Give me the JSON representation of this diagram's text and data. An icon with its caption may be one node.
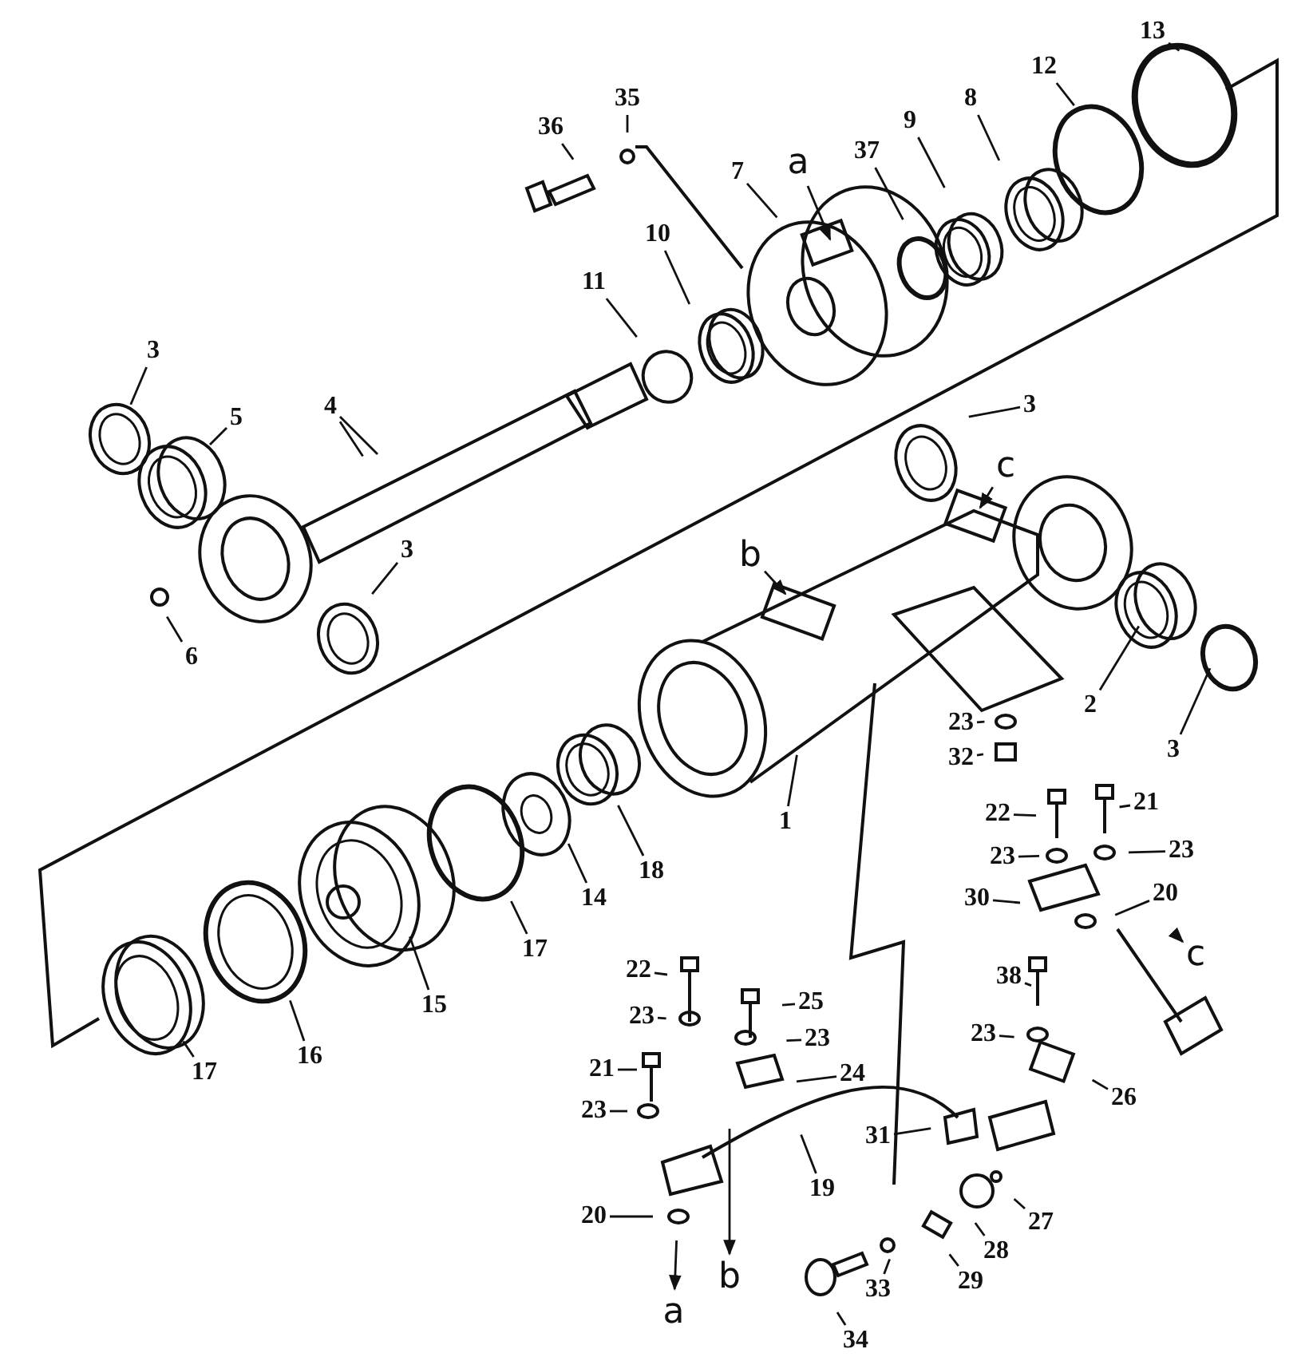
{
  "diagram": {
    "nodes": [
      {
        "text": [
          "13"
        ]
      },
      {
        "text": [
          "12"
        ]
      },
      {
        "text": [
          "8"
        ]
      },
      {
        "text": [
          "36"
        ]
      },
      {
        "text": [
          "35"
        ]
      },
      {
        "text": [
          "9"
        ]
      },
      {
        "text": [
          "a"
        ]
      },
      {
        "text": [
          "7"
        ]
      },
      {
        "text": [
          "37"
        ]
      },
      {
        "text": [
          "10"
        ]
      },
      {
        "text": [
          "11"
        ]
      },
      {
        "text": [
          "3"
        ]
      },
      {
        "text": [
          "4"
        ]
      },
      {
        "text": [
          "5"
        ]
      },
      {
        "text": [
          "3"
        ]
      },
      {
        "text": [
          "c"
        ]
      },
      {
        "text": [
          "b"
        ]
      },
      {
        "text": [
          "3"
        ]
      },
      {
        "text": [
          "6"
        ]
      },
      {
        "text": [
          "2"
        ]
      },
      {
        "text": [
          "23"
        ]
      },
      {
        "text": [
          "3"
        ]
      },
      {
        "text": [
          "32"
        ]
      },
      {
        "text": [
          "21"
        ]
      },
      {
        "text": [
          "22"
        ]
      },
      {
        "text": [
          "1"
        ]
      },
      {
        "text": [
          "23"
        ]
      },
      {
        "text": [
          "23"
        ]
      },
      {
        "text": [
          "18"
        ]
      },
      {
        "text": [
          "20"
        ]
      },
      {
        "text": [
          "30"
        ]
      },
      {
        "text": [
          "14"
        ]
      },
      {
        "text": [
          "c"
        ]
      },
      {
        "text": [
          "17"
        ]
      },
      {
        "text": [
          "22"
        ]
      },
      {
        "text": [
          "38"
        ]
      },
      {
        "text": [
          "25"
        ]
      },
      {
        "text": [
          "15"
        ]
      },
      {
        "text": [
          "23"
        ]
      },
      {
        "text": [
          "23"
        ]
      },
      {
        "text": [
          "23"
        ]
      },
      {
        "text": [
          "16"
        ]
      },
      {
        "text": [
          "24"
        ]
      },
      {
        "text": [
          "21"
        ]
      },
      {
        "text": [
          "17"
        ]
      },
      {
        "text": [
          "26"
        ]
      },
      {
        "text": [
          "23"
        ]
      },
      {
        "text": [
          "31"
        ]
      },
      {
        "text": [
          "19"
        ]
      },
      {
        "text": [
          "27"
        ]
      },
      {
        "text": [
          "20"
        ]
      },
      {
        "text": [
          "28"
        ]
      },
      {
        "text": [
          "29"
        ]
      },
      {
        "text": [
          "b"
        ]
      },
      {
        "text": [
          "33"
        ]
      },
      {
        "text": [
          "a"
        ]
      },
      {
        "text": [
          "34"
        ]
      }
    ],
    "edges": [
      {
        "from": 0,
        "to": null,
        "arrow": "none"
      },
      {
        "from": 1,
        "to": null,
        "arrow": "none"
      },
      {
        "from": 2,
        "to": null,
        "arrow": "none"
      },
      {
        "from": 3,
        "to": null,
        "arrow": "none"
      },
      {
        "from": 4,
        "to": null,
        "arrow": "none"
      },
      {
        "from": 5,
        "to": null,
        "arrow": "none"
      },
      {
        "from": 6,
        "to": null,
        "arrow": "to"
      },
      {
        "from": 7,
        "to": null,
        "arrow": "none"
      },
      {
        "from": 8,
        "to": null,
        "arrow": "none"
      },
      {
        "from": 9,
        "to": null,
        "arrow": "none"
      },
      {
        "from": 10,
        "to": null,
        "arrow": "none"
      },
      {
        "from": 11,
        "to": null,
        "arrow": "none"
      },
      {
        "from": 12,
        "to": null,
        "arrow": "none"
      },
      {
        "from": 12,
        "to": null,
        "arrow": "none"
      },
      {
        "from": 13,
        "to": null,
        "arrow": "none"
      },
      {
        "from": 14,
        "to": null,
        "arrow": "none"
      },
      {
        "from": 15,
        "to": null,
        "arrow": "to"
      },
      {
        "from": 16,
        "to": null,
        "arrow": "to"
      },
      {
        "from": 17,
        "to": null,
        "arrow": "none"
      },
      {
        "from": 18,
        "to": null,
        "arrow": "none"
      },
      {
        "from": 19,
        "to": null,
        "arrow": "none"
      },
      {
        "from": 20,
        "to": null,
        "arrow": "none"
      },
      {
        "from": 21,
        "to": null,
        "arrow": "none"
      },
      {
        "from": 22,
        "to": null,
        "arrow": "none"
      },
      {
        "from": 23,
        "to": null,
        "arrow": "none"
      },
      {
        "from": 24,
        "to": null,
        "arrow": "none"
      },
      {
        "from": 25,
        "to": null,
        "arrow": "none"
      },
      {
        "from": 26,
        "to": null,
        "arrow": "none"
      },
      {
        "from": 27,
        "to": null,
        "arrow": "none"
      },
      {
        "from": 28,
        "to": null,
        "arrow": "none"
      },
      {
        "from": 29,
        "to": null,
        "arrow": "none"
      },
      {
        "from": 30,
        "to": null,
        "arrow": "none"
      },
      {
        "from": 31,
        "to": null,
        "arrow": "none"
      },
      {
        "from": null,
        "to": 32,
        "arrow": "to"
      },
      {
        "from": 33,
        "to": null,
        "arrow": "none"
      },
      {
        "from": 34,
        "to": null,
        "arrow": "none"
      },
      {
        "from": 35,
        "to": null,
        "arrow": "none"
      },
      {
        "from": 36,
        "to": null,
        "arrow": "none"
      },
      {
        "from": 37,
        "to": null,
        "arrow": "none"
      },
      {
        "from": 38,
        "to": null,
        "arrow": "none"
      },
      {
        "from": 39,
        "to": null,
        "arrow": "none"
      },
      {
        "from": 40,
        "to": null,
        "arrow": "none"
      },
      {
        "from": 41,
        "to": null,
        "arrow": "none"
      },
      {
        "from": 42,
        "to": null,
        "arrow": "none"
      },
      {
        "from": 43,
        "to": null,
        "arrow": "none"
      },
      {
        "from": 44,
        "to": null,
        "arrow": "none"
      },
      {
        "from": 45,
        "to": null,
        "arrow": "none"
      },
      {
        "from": 46,
        "to": null,
        "arrow": "none"
      },
      {
        "from": 47,
        "to": null,
        "arrow": "none"
      },
      {
        "from": 48,
        "to": null,
        "arrow": "none"
      },
      {
        "from": 49,
        "to": null,
        "arrow": "none"
      },
      {
        "from": 50,
        "to": null,
        "arrow": "none"
      },
      {
        "from": 51,
        "to": null,
        "arrow": "none"
      },
      {
        "from": 52,
        "to": null,
        "arrow": "none"
      },
      {
        "from": null,
        "to": 53,
        "arrow": "to"
      },
      {
        "from": 54,
        "to": null,
        "arrow": "none"
      },
      {
        "from": null,
        "to": 55,
        "arrow": "to"
      },
      {
        "from": 56,
        "to": null,
        "arrow": "none"
      }
    ]
  }
}
